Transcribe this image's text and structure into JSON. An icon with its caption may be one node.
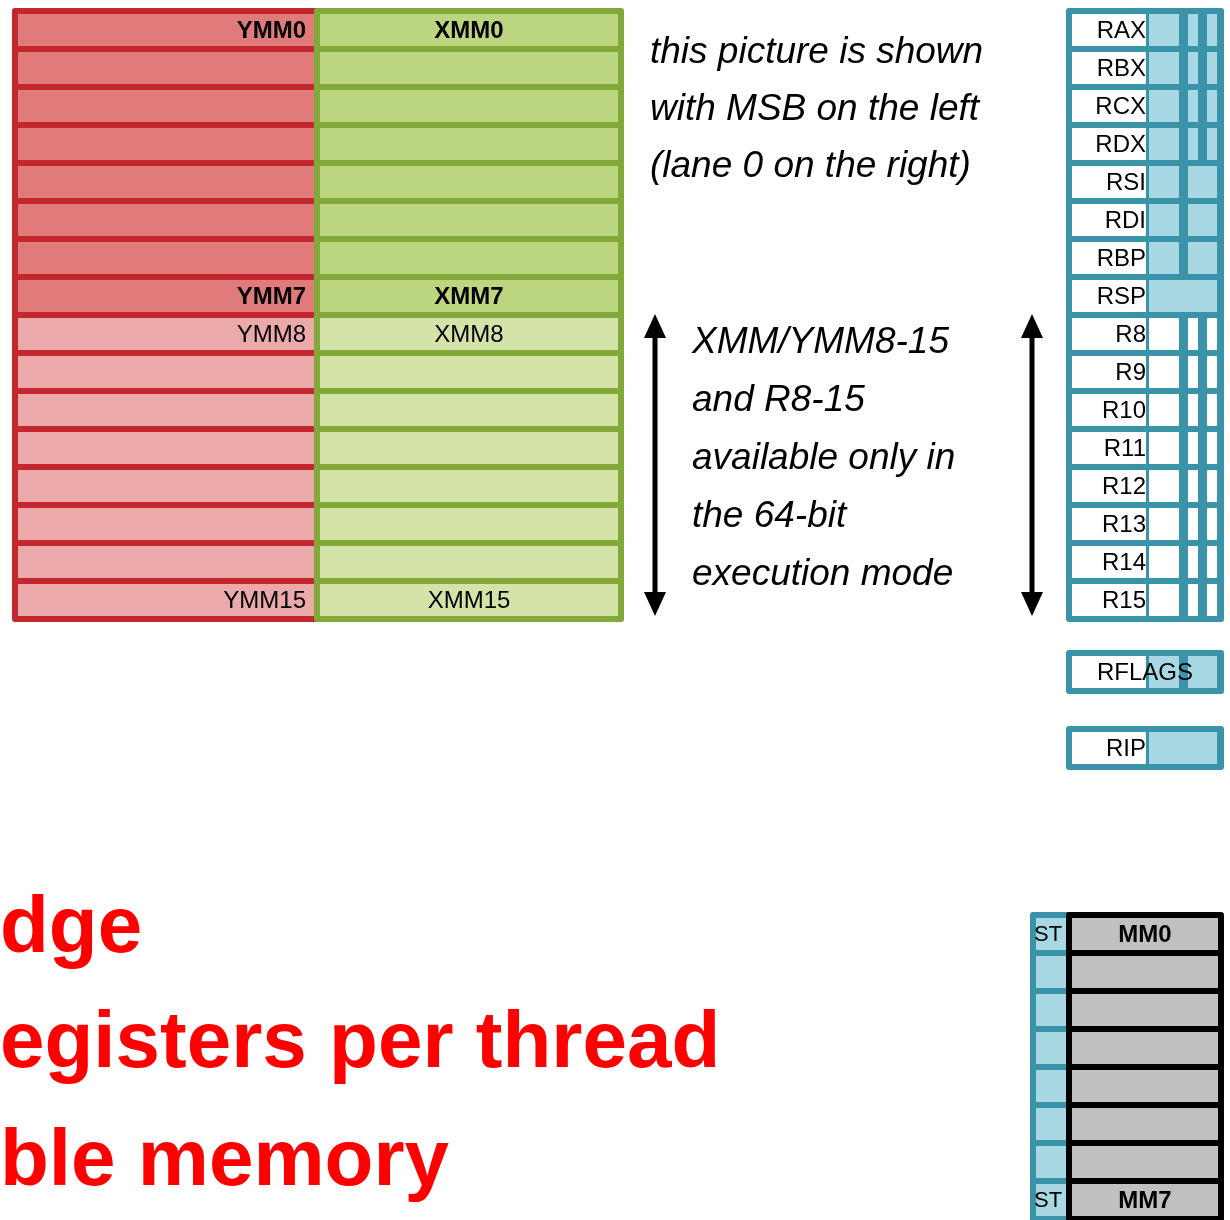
{
  "diagram": {
    "nodes": [
      {
        "text": [
          "YMM0"
        ]
      },
      {
        "text": [],
        "shape": "bar"
      },
      {
        "text": [],
        "shape": "bar"
      },
      {
        "text": [],
        "shape": "bar"
      },
      {
        "text": [],
        "shape": "bar"
      },
      {
        "text": [],
        "shape": "bar"
      },
      {
        "text": [],
        "shape": "bar"
      },
      {
        "text": [
          "YMM7"
        ]
      },
      {
        "text": [
          "YMM8"
        ]
      },
      {
        "text": [],
        "shape": "bar"
      },
      {
        "text": [],
        "shape": "bar"
      },
      {
        "text": [],
        "shape": "bar"
      },
      {
        "text": [],
        "shape": "bar"
      },
      {
        "text": [],
        "shape": "bar"
      },
      {
        "text": [],
        "shape": "bar"
      },
      {
        "text": [
          "YMM15"
        ]
      },
      {
        "text": [
          "XMM0"
        ]
      },
      {
        "text": [],
        "shape": "bar"
      },
      {
        "text": [],
        "shape": "bar"
      },
      {
        "text": [],
        "shape": "bar"
      },
      {
        "text": [],
        "shape": "bar"
      },
      {
        "text": [],
        "shape": "bar"
      },
      {
        "text": [],
        "shape": "bar"
      },
      {
        "text": [
          "XMM7"
        ]
      },
      {
        "text": [
          "XMM8"
        ]
      },
      {
        "text": [],
        "shape": "bar"
      },
      {
        "text": [],
        "shape": "bar"
      },
      {
        "text": [],
        "shape": "bar"
      },
      {
        "text": [],
        "shape": "bar"
      },
      {
        "text": [],
        "shape": "bar"
      },
      {
        "text": [],
        "shape": "bar"
      },
      {
        "text": [
          "XMM15"
        ]
      },
      {
        "text": [
          "RAX"
        ]
      },
      {
        "text": [
          "RBX"
        ]
      },
      {
        "text": [
          "RCX"
        ]
      },
      {
        "text": [
          "RDX"
        ]
      },
      {
        "text": [
          "RSI"
        ]
      },
      {
        "text": [
          "RDI"
        ]
      },
      {
        "text": [
          "RBP"
        ]
      },
      {
        "text": [
          "RSP"
        ]
      },
      {
        "text": [
          "R8"
        ]
      },
      {
        "text": [
          "R9"
        ]
      },
      {
        "text": [
          "R10"
        ]
      },
      {
        "text": [
          "R11"
        ]
      },
      {
        "text": [
          "R12"
        ]
      },
      {
        "text": [
          "R13"
        ]
      },
      {
        "text": [
          "R14"
        ]
      },
      {
        "text": [
          "R15"
        ]
      },
      {
        "text": [
          "RFLAGS"
        ]
      },
      {
        "text": [
          "RIP"
        ]
      },
      {
        "text": [
          "ST"
        ]
      },
      {
        "text": [],
        "shape": "bar"
      },
      {
        "text": [],
        "shape": "bar"
      },
      {
        "text": [],
        "shape": "bar"
      },
      {
        "text": [],
        "shape": "bar"
      },
      {
        "text": [],
        "shape": "bar"
      },
      {
        "text": [],
        "shape": "bar"
      },
      {
        "text": [
          "ST"
        ]
      },
      {
        "text": [
          "MM0"
        ]
      },
      {
        "text": [],
        "shape": "bar"
      },
      {
        "text": [],
        "shape": "bar"
      },
      {
        "text": [],
        "shape": "bar"
      },
      {
        "text": [],
        "shape": "bar"
      },
      {
        "text": [],
        "shape": "bar"
      },
      {
        "text": [],
        "shape": "bar"
      },
      {
        "text": [
          "MM7"
        ]
      }
    ],
    "labels": [
      "this picture is shown with MSB on the left (lane 0 on the right)",
      "XMM/YMM8-15 and R8-15 available only in the 64-bit execution mode",
      "dge",
      "egisters per thread",
      "ble memory"
    ]
  }
}
